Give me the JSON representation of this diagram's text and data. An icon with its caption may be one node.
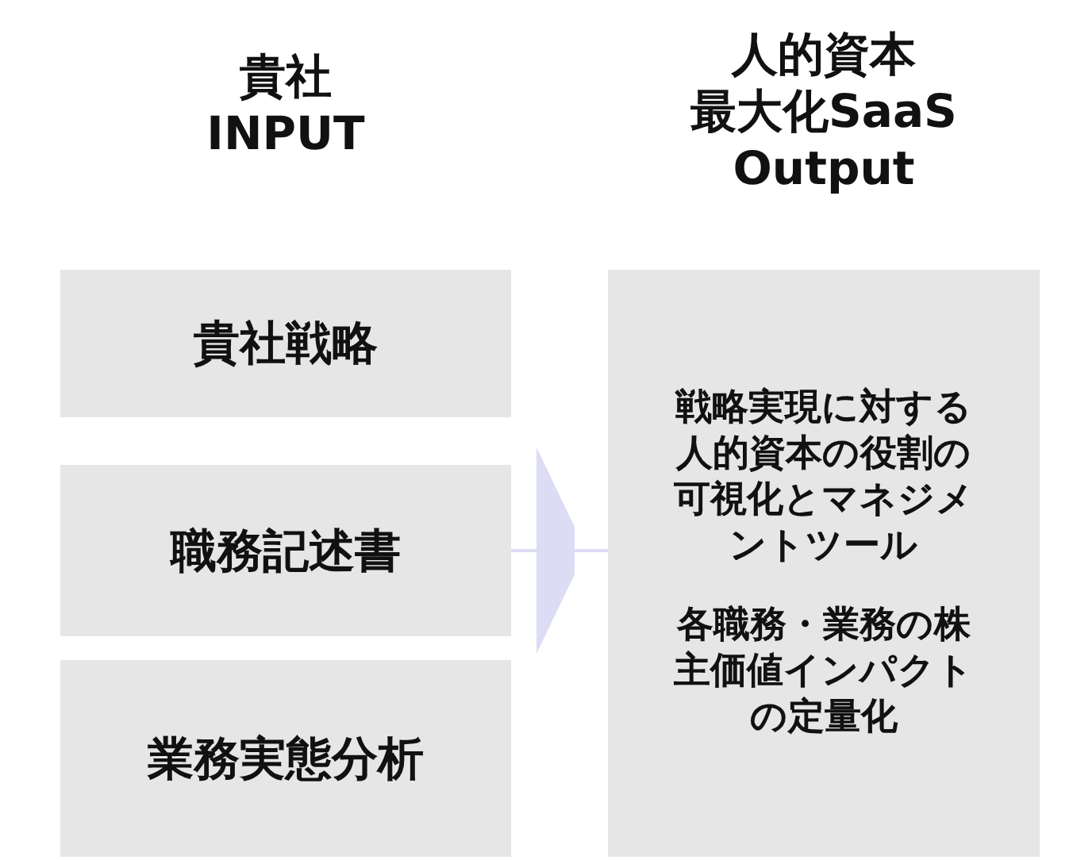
{
  "diagram": {
    "nodes": [
      {
        "text": [
          "貴社戦略"
        ]
      },
      {
        "text": [
          "職務記述書"
        ]
      },
      {
        "text": [
          "業務実態分析"
        ]
      },
      {
        "text": [
          "戦略実現に対する人的資本の役割の可視化とマネジメントツール",
          "各職務・業務の株主価値インパクトの定量化"
        ]
      }
    ],
    "edges": [
      {
        "from": 1,
        "to": 3,
        "arrow": "to",
        "color": "#dcdcf4"
      }
    ],
    "labels": [
      "貴社",
      "INPUT",
      "人的資本",
      "最大化SaaS",
      "Output"
    ]
  }
}
